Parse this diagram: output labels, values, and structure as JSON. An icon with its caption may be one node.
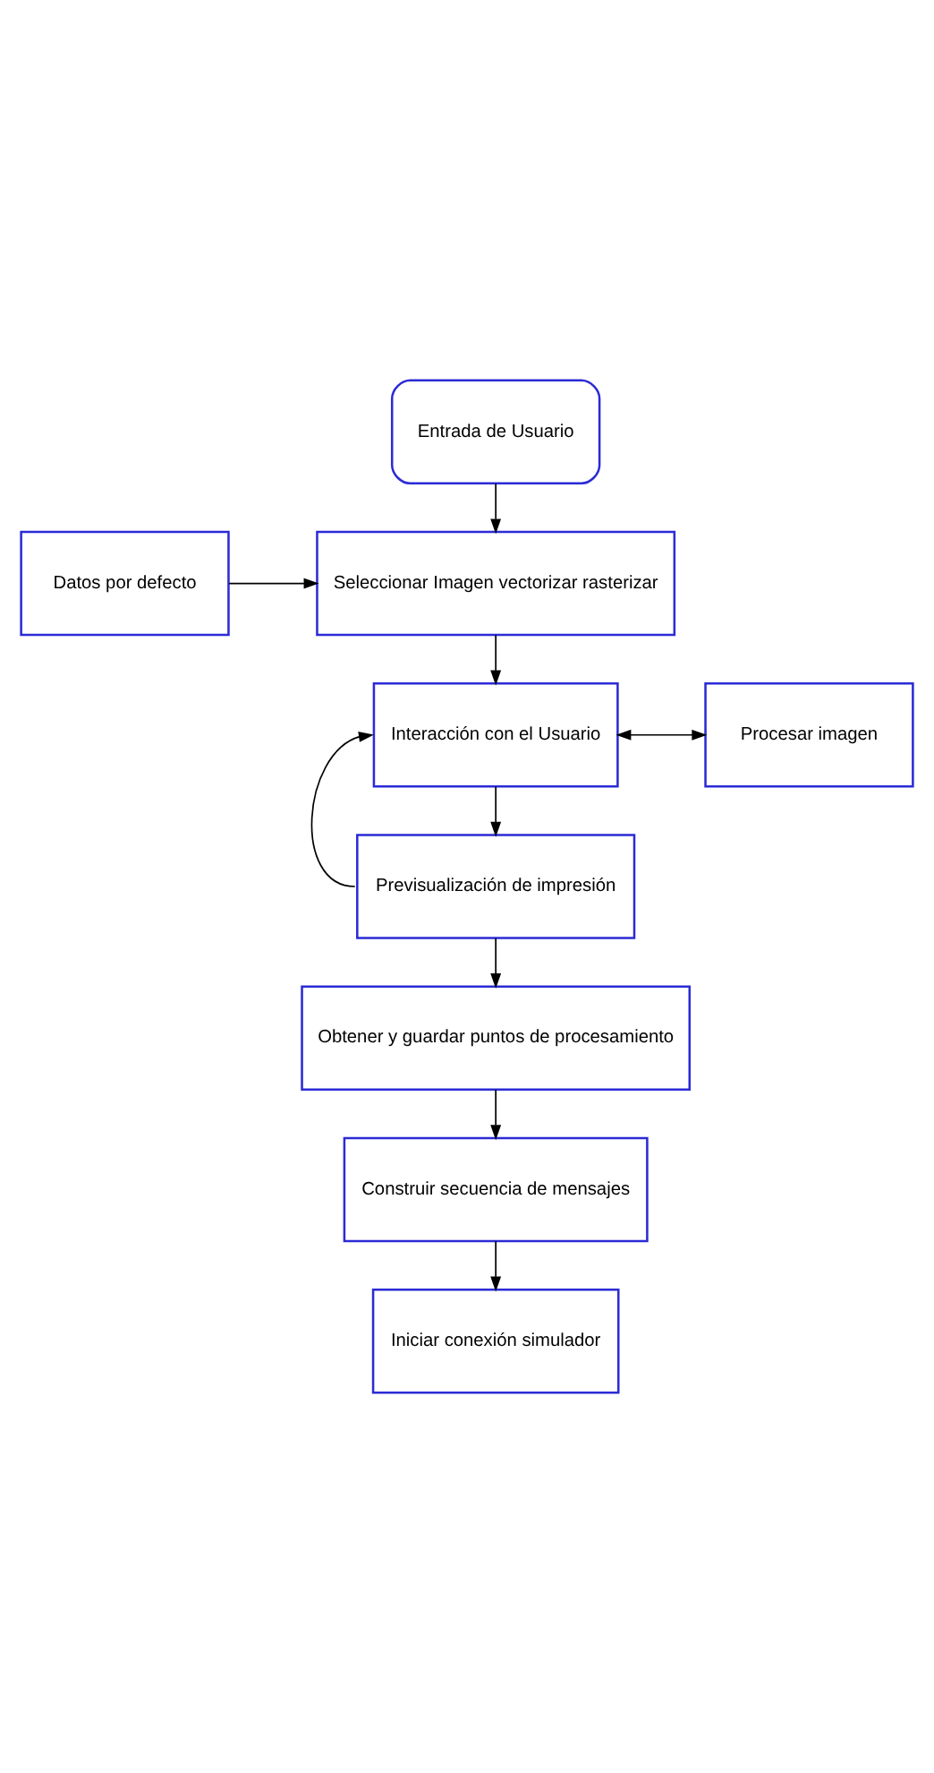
{
  "diagram": {
    "nodes": [
      {
        "text": [
          "Entrada de Usuario"
        ]
      },
      {
        "text": [
          "Datos por defecto"
        ]
      },
      {
        "text": [
          "Seleccionar Imagen vectorizar rasterizar"
        ]
      },
      {
        "text": [
          "Interacción con el Usuario"
        ]
      },
      {
        "text": [
          "Procesar imagen"
        ]
      },
      {
        "text": [
          "Previsualización de impresión"
        ]
      },
      {
        "text": [
          "Obtener y guardar puntos de procesamiento"
        ]
      },
      {
        "text": [
          "Construir secuencia de mensajes"
        ]
      },
      {
        "text": [
          "Iniciar conexión simulador"
        ]
      }
    ],
    "edges": [
      {
        "from": 0,
        "to": 2,
        "arrow": "to"
      },
      {
        "from": 1,
        "to": 2,
        "arrow": "to"
      },
      {
        "from": 2,
        "to": 3,
        "arrow": "to"
      },
      {
        "from": 3,
        "to": 4,
        "arrow": "both"
      },
      {
        "from": 3,
        "to": 5,
        "arrow": "to"
      },
      {
        "from": 5,
        "to": 3,
        "arrow": "to"
      },
      {
        "from": 5,
        "to": 6,
        "arrow": "to"
      },
      {
        "from": 6,
        "to": 7,
        "arrow": "to"
      },
      {
        "from": 7,
        "to": 8,
        "arrow": "to"
      }
    ]
  }
}
